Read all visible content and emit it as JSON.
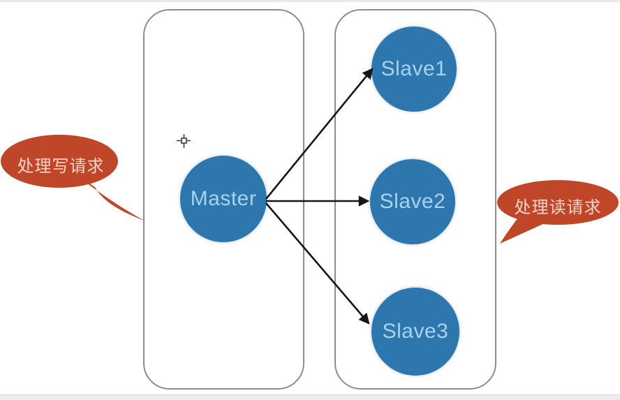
{
  "diagram": {
    "description_nodes": {
      "master": {
        "label": "Master"
      },
      "slave1": {
        "label": "Slave1"
      },
      "slave2": {
        "label": "Slave2"
      },
      "slave3": {
        "label": "Slave3"
      }
    },
    "edges": [
      {
        "from": "Master",
        "to": "Slave1"
      },
      {
        "from": "Master",
        "to": "Slave2"
      },
      {
        "from": "Master",
        "to": "Slave3"
      }
    ],
    "callouts": {
      "write": {
        "text": "处理写请求"
      },
      "read": {
        "text": "处理读请求"
      }
    },
    "colors": {
      "node_fill": "#2d76ae",
      "node_label": "#a7d2f0",
      "bubble_fill": "#bf4628",
      "bubble_label": "#f4d4c8",
      "box_border": "#8d8d8d",
      "arrow": "#161616",
      "edge_strip": "#ededf0"
    }
  }
}
